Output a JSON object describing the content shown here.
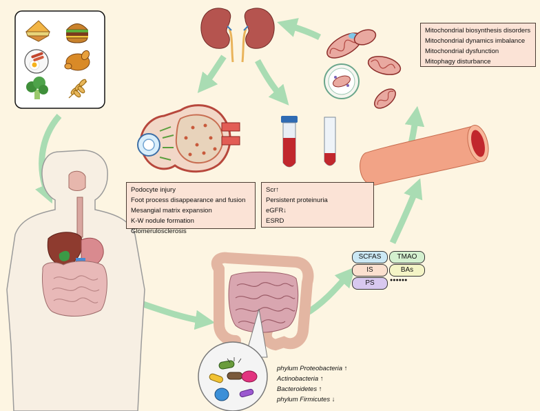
{
  "figure": {
    "kidney_box": {
      "lines": [
        "Podocyte injury",
        "Foot process disappearance and fusion",
        "Mesangial matrix expansion",
        "K-W nodule formation",
        "Glomerulosclerosis"
      ]
    },
    "blood_box": {
      "lines": [
        "Scr↑",
        "Persistent proteinuria",
        "eGFR↓",
        "ESRD"
      ]
    },
    "mito_box": {
      "lines": [
        "Mitochondrial biosynthesis disorders",
        "Mitochondrial dynamics imbalance",
        "Mitochondrial dysfunction",
        "Mitophagy disturbance"
      ]
    },
    "metabolites": [
      {
        "label": "SCFAS",
        "color": "#cbe8f4"
      },
      {
        "label": "TMAO",
        "color": "#d4f0cf"
      },
      {
        "label": "IS",
        "color": "#fbe0cf"
      },
      {
        "label": "BAs",
        "color": "#f4f4c6"
      },
      {
        "label": "PS",
        "color": "#d8c8ef"
      }
    ],
    "more_symbol": "●●●●●●",
    "bacteria": [
      {
        "italic": "phylum Proteobacteria",
        "suffix": " ↑"
      },
      {
        "italic": "Actinobacteria",
        "suffix": " ↑"
      },
      {
        "italic": "Bacteroidetes",
        "suffix": " ↑"
      },
      {
        "italic": "phylum Firmicutes",
        "suffix": " ↓"
      }
    ],
    "colors": {
      "background": "#fdf5e2",
      "arrow": "#a9dcb3",
      "box_fill": "#fbe3d6",
      "kidney": "#b5544f",
      "vessel": "#f2a386",
      "blood": "#c1272d"
    },
    "icons": [
      "food-panel",
      "kidney-pair",
      "glomerulus",
      "blood-tubes",
      "mitochondria",
      "blood-vessel",
      "human-body",
      "intestine",
      "bacteria-circle"
    ]
  }
}
